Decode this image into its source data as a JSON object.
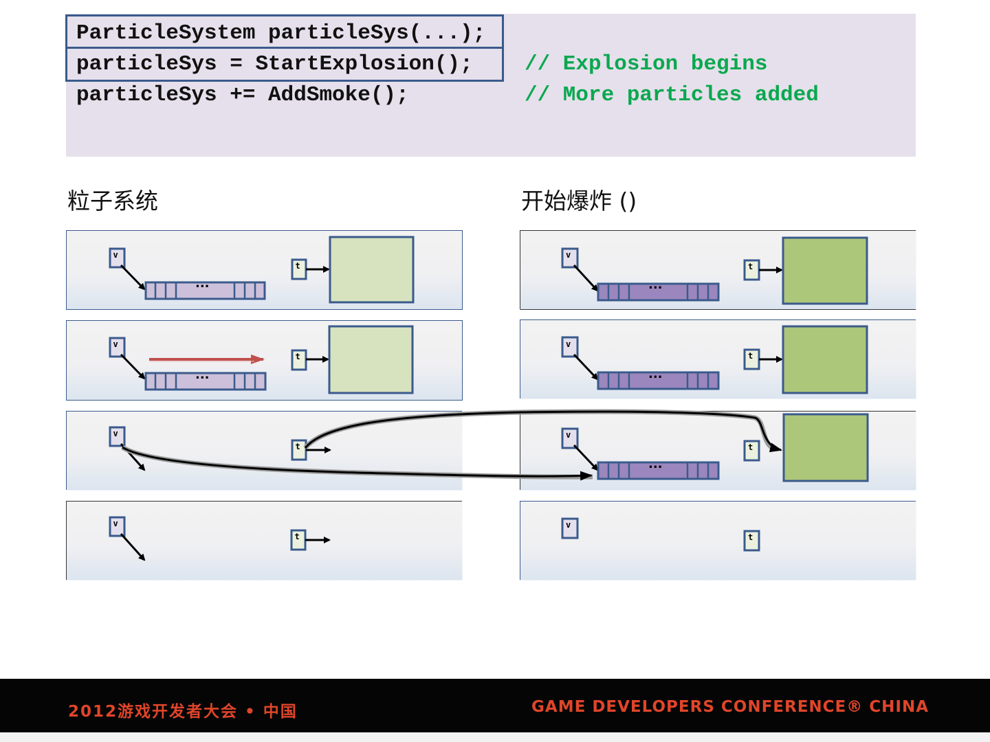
{
  "code": {
    "lines": [
      {
        "code": "ParticleSystem particleSys(...);",
        "comment": ""
      },
      {
        "code": "particleSys = StartExplosion();",
        "comment": "// Explosion begins"
      },
      {
        "code": "particleSys += AddSmoke();",
        "comment": "// More particles added"
      }
    ]
  },
  "columns": {
    "left_title": "粒子系统",
    "right_title": "开始爆炸 ()"
  },
  "labels": {
    "v": "v",
    "t": "t",
    "ellipsis": "..."
  },
  "colors": {
    "code_bg": "#e5e0eb",
    "comment": "#0aa84f",
    "box_border": "#3a5a8c",
    "light_green": "#d7e3bf",
    "dark_green": "#adc77a",
    "light_purple": "#ccc0da",
    "dark_purple": "#9b87bd",
    "red_arrow": "#c0504d",
    "footer_text": "#e0452a"
  },
  "footer": {
    "left": "2012游戏开发者大会 • 中国",
    "right": "GAME DEVELOPERS CONFERENCE® CHINA"
  }
}
